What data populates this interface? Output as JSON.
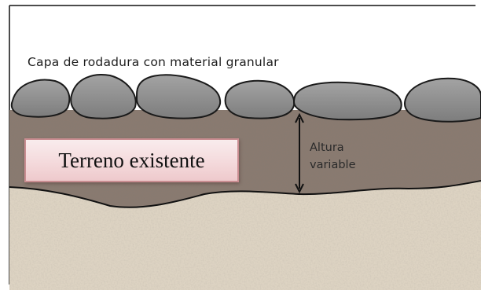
{
  "diagram": {
    "top_label": "Capa de rodadura con material granular",
    "terrain_label": "Terreno existente",
    "height_label": [
      "Altura",
      "variable"
    ],
    "colors": {
      "stone_fill": "#8e8e8e",
      "stone_stroke": "#1a1a1a",
      "gravel_layer": "#8a7a6f",
      "ground_layer": "#ddd3c2",
      "label_box": "#f4dadc",
      "label_box_border": "#c98d91"
    }
  }
}
